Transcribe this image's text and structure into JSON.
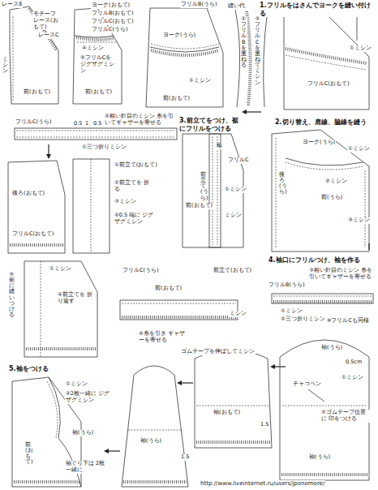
{
  "diagram": {
    "labels": [
      "レース8",
      "モチーフ レース(おもて)",
      "レースC",
      "ミシン",
      "前(おもて)",
      "ヨーク(おもて)",
      "フリルB(おもて)",
      "フリルC(おもて)",
      "フリルC(うら)",
      "④ミシン",
      "⑤フリルCを ジグザグミシン",
      "前(おもて)",
      "フリルB(うら)",
      "ヨーク(うら)",
      "①ミシン",
      "前(おもて)",
      "縫い代",
      "②フリルBを重ねる",
      "③フリルCを重ねてミシン",
      "1.フリルをはさんでヨークを縫い付ける",
      "①ミシン",
      "フリルC(おもて)",
      "フリルC(うら)",
      "0.5",
      "1",
      "0.5",
      "②粗い針目のミシン 糸を引いてギャザーを寄せる",
      "①三つ折りミシン",
      "①前立て(おもて)",
      "②前立てを 折る",
      "後ろ(おもて)",
      "フリルC(おもて)",
      "②0.5 端に ジグザグミシン",
      "③ミシン",
      "3.前立てをつけ、裾にフリルをつける",
      "輪",
      "フリルC",
      "前立て(うら)",
      "前(おもて)",
      "ミシン",
      "①ミシン",
      "2.切り替え、肩線、脇線を縫う",
      "後ろ(うら)",
      "ヨーク(うら)",
      "前(うら)",
      "①ミシン",
      "②ミシン",
      "③ミシン",
      "フリルC(うら)",
      "前(おもて)",
      "前立て(おもて)",
      "ミシン",
      "①ミシン",
      "④前立てを 折り返す",
      "⑤裾に縫いつける",
      "4.袖口にフリルつけ、袖を作る",
      "フリルB(うら)",
      "③粗い針目のミシン 糸を引いてギャザーを寄せる",
      "①ミシン",
      "②三つ折りミシン",
      "※フリルCも同様",
      "袖(うら)",
      "0.5cm",
      "①ミシン",
      "チャコペン",
      "②ゴムテープ位置に 印をつける",
      "袖(うら)",
      "ゴムテープを伸ばしてミシン",
      "袖(おもて)",
      "1.5",
      "④糸を引き ギャザーを寄せる",
      "袖(うら)",
      "1.5",
      "5.袖をつける",
      "①ミシン",
      "②2枚一緒に ジグザグミシン",
      "袖(うら)",
      "袖ぐり下は 2枚一緒に",
      "前(おもて)",
      "http://www.liveinternet.ru/users/jponomore/"
    ]
  }
}
